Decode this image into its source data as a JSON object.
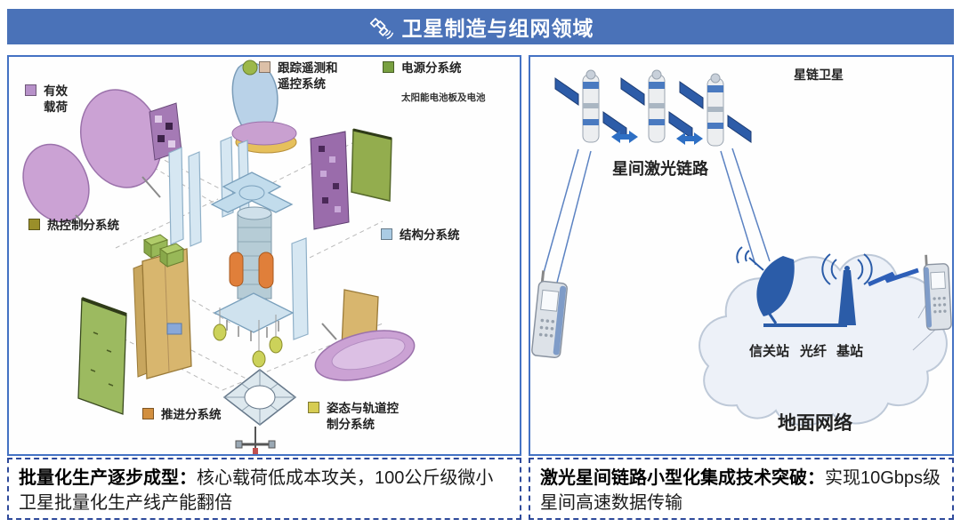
{
  "header": {
    "title": "卫星制造与组网领域",
    "icon": "satellite-icon",
    "bg_color": "#4a72b8"
  },
  "colors": {
    "panel_border": "#4472c4",
    "dashed_border": "#2e4a9b",
    "link_blue": "#2e6fc4",
    "dark_blue": "#2b5ca8"
  },
  "left_panel": {
    "legend": {
      "payload": {
        "label": "有效\n载荷",
        "swatch": "#b791c9"
      },
      "ttc": {
        "label": "跟踪遥测和\n遥控系统",
        "swatch": "#dcc0a8"
      },
      "power": {
        "label": "电源分系统",
        "swatch": "#78a040"
      },
      "solar_note": {
        "label": "太阳能电池板及电池"
      },
      "thermal": {
        "label": "热控制分系统",
        "swatch": "#9a8f2a"
      },
      "structure": {
        "label": "结构分系统",
        "swatch": "#aacbe4"
      },
      "propulsion": {
        "label": "推进分系统",
        "swatch": "#d28f3f"
      },
      "aocs": {
        "label": "姿态与轨道控\n制分系统",
        "swatch": "#d6cc52"
      }
    },
    "caption": {
      "lead": "批量化生产逐步成型：",
      "body": "核心载荷低成本攻关，100公斤级微小卫星批量化生产线产能翻倍"
    }
  },
  "right_panel": {
    "labels": {
      "starlink": "星链卫星",
      "laser_link": "星间激光链路",
      "gateway": "信关站",
      "fiber": "光纤",
      "base_station": "基站",
      "ground_network": "地面网络"
    },
    "caption": {
      "lead": "激光星间链路小型化集成技术突破：",
      "body": "实现10Gbps级星间高速数据传输"
    }
  }
}
